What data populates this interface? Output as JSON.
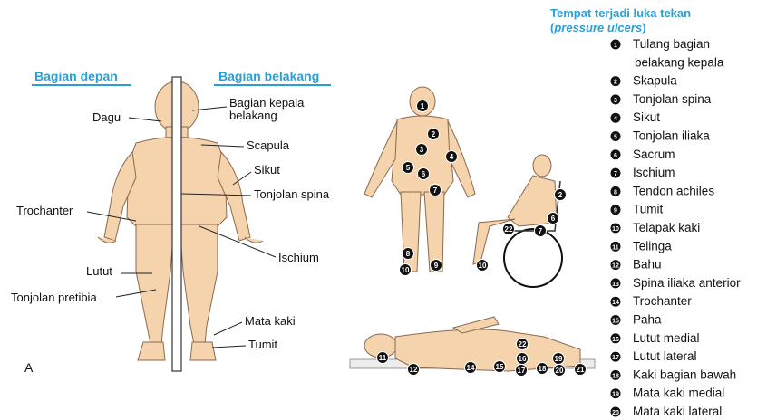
{
  "figure_letter": "A",
  "front_header": "Bagian depan",
  "back_header": "Bagian belakang",
  "front_labels": {
    "dagu": "Dagu",
    "trochanter": "Trochanter",
    "lutut": "Lutut",
    "tonjolan_pretibia": "Tonjolan pretibia"
  },
  "back_labels": {
    "kepala_line1": "Bagian kepala",
    "kepala_line2": "belakang",
    "scapula": "Scapula",
    "sikut": "Sikut",
    "tonjolan_spina": "Tonjolan spina",
    "ischium": "Ischium",
    "mata_kaki": "Mata kaki",
    "tumit": "Tumit"
  },
  "legend": {
    "title_line1": "Tempat terjadi luka tekan",
    "title_open": "(",
    "title_italic": "pressure ulcers",
    "title_close": ")",
    "items": [
      {
        "n": "1",
        "label": "Tulang bagian",
        "label2": "belakang kepala"
      },
      {
        "n": "2",
        "label": "Skapula"
      },
      {
        "n": "3",
        "label": "Tonjolan spina"
      },
      {
        "n": "4",
        "label": "Sikut"
      },
      {
        "n": "5",
        "label": "Tonjolan iliaka"
      },
      {
        "n": "6",
        "label": "Sacrum"
      },
      {
        "n": "7",
        "label": "Ischium"
      },
      {
        "n": "8",
        "label": "Tendon achiles"
      },
      {
        "n": "9",
        "label": "Tumit"
      },
      {
        "n": "10",
        "label": "Telapak kaki"
      },
      {
        "n": "11",
        "label": "Telinga"
      },
      {
        "n": "12",
        "label": "Bahu"
      },
      {
        "n": "13",
        "label": "Spina iliaka anterior"
      },
      {
        "n": "14",
        "label": "Trochanter"
      },
      {
        "n": "15",
        "label": "Paha"
      },
      {
        "n": "16",
        "label": "Lutut medial"
      },
      {
        "n": "17",
        "label": "Lutut lateral"
      },
      {
        "n": "18",
        "label": "Kaki bagian bawah"
      },
      {
        "n": "19",
        "label": "Mata kaki medial"
      },
      {
        "n": "20",
        "label": "Mata kaki lateral"
      }
    ]
  },
  "standing_markers": [
    "1",
    "2",
    "3",
    "4",
    "5",
    "6",
    "7",
    "8",
    "9",
    "10"
  ],
  "sitting_markers": [
    "2",
    "6",
    "7",
    "22",
    "10"
  ],
  "lying_markers": [
    "11",
    "12",
    "14",
    "15",
    "16",
    "17",
    "18",
    "19",
    "20",
    "21",
    "22"
  ],
  "colors": {
    "header_blue": "#2a9fd6",
    "skin": "#f5d3ad",
    "marker": "#111111"
  }
}
